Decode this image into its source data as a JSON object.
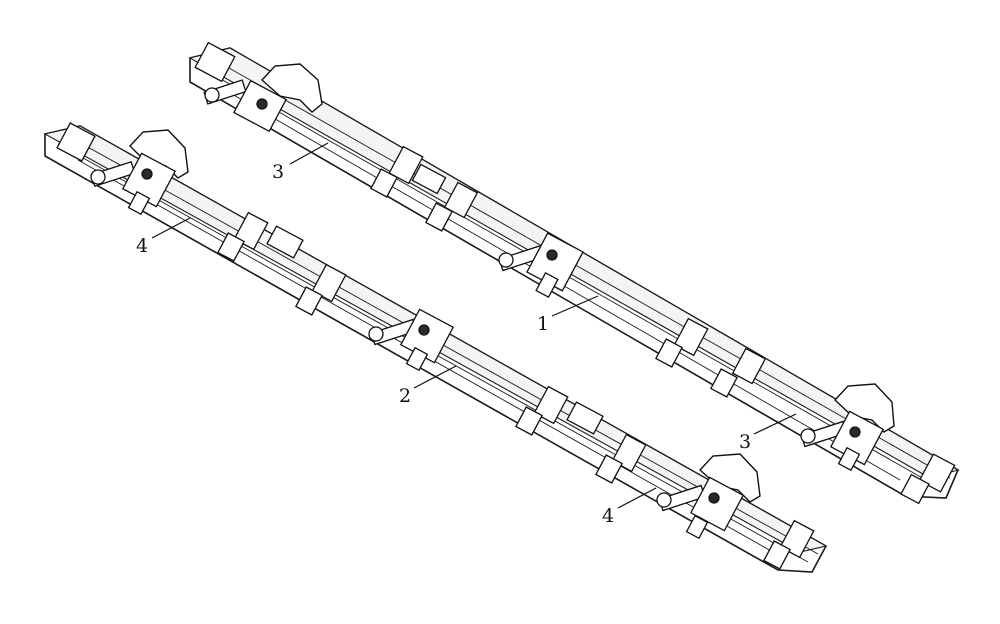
{
  "figure": {
    "callouts": [
      {
        "id": "upper-left",
        "label": "3"
      },
      {
        "id": "lower-left",
        "label": "4"
      },
      {
        "id": "upper-center",
        "label": "1"
      },
      {
        "id": "lower-center",
        "label": "2"
      },
      {
        "id": "upper-right",
        "label": "3"
      },
      {
        "id": "lower-right",
        "label": "4"
      }
    ]
  },
  "colors": {
    "line": "#1a1a1a",
    "background": "#ffffff"
  }
}
